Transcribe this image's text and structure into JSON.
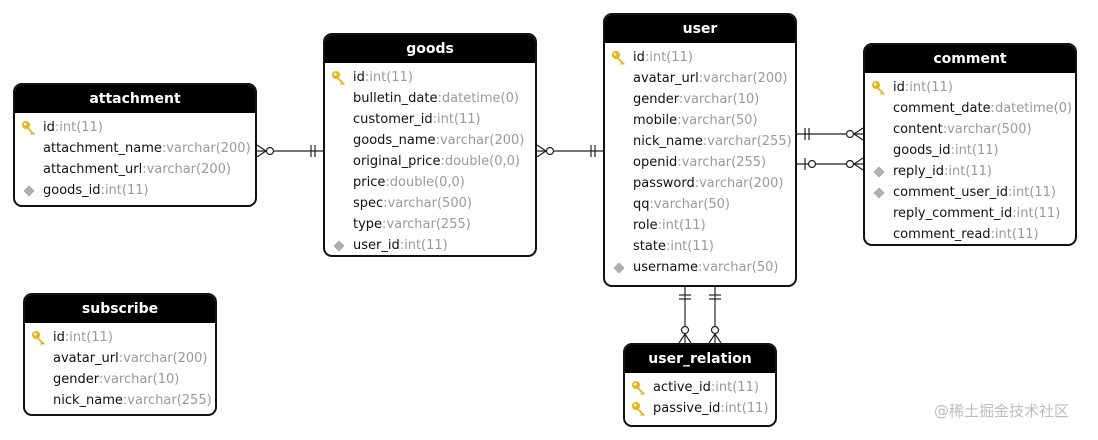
{
  "entities": [
    {
      "key": "attachment",
      "name": "attachment",
      "fields": [
        {
          "name": "id",
          "type": "int(11)",
          "icon": "key-icon"
        },
        {
          "name": "attachment_name",
          "type": "varchar(200)",
          "icon": ""
        },
        {
          "name": "attachment_url",
          "type": "varchar(200)",
          "icon": ""
        },
        {
          "name": "goods_id",
          "type": "int(11)",
          "icon": "foreign-key-diamond-icon"
        }
      ]
    },
    {
      "key": "goods",
      "name": "goods",
      "fields": [
        {
          "name": "id",
          "type": "int(11)",
          "icon": "key-icon"
        },
        {
          "name": "bulletin_date",
          "type": "datetime(0)",
          "icon": ""
        },
        {
          "name": "customer_id",
          "type": "int(11)",
          "icon": ""
        },
        {
          "name": "goods_name",
          "type": "varchar(200)",
          "icon": ""
        },
        {
          "name": "original_price",
          "type": "double(0,0)",
          "icon": ""
        },
        {
          "name": "price",
          "type": "double(0,0)",
          "icon": ""
        },
        {
          "name": "spec",
          "type": "varchar(500)",
          "icon": ""
        },
        {
          "name": "type",
          "type": "varchar(255)",
          "icon": ""
        },
        {
          "name": "user_id",
          "type": "int(11)",
          "icon": "foreign-key-diamond-icon"
        }
      ]
    },
    {
      "key": "user",
      "name": "user",
      "fields": [
        {
          "name": "id",
          "type": "int(11)",
          "icon": "key-icon"
        },
        {
          "name": "avatar_url",
          "type": "varchar(200)",
          "icon": ""
        },
        {
          "name": "gender",
          "type": "varchar(10)",
          "icon": ""
        },
        {
          "name": "mobile",
          "type": "varchar(50)",
          "icon": ""
        },
        {
          "name": "nick_name",
          "type": "varchar(255)",
          "icon": ""
        },
        {
          "name": "openid",
          "type": "varchar(255)",
          "icon": ""
        },
        {
          "name": "password",
          "type": "varchar(200)",
          "icon": ""
        },
        {
          "name": "qq",
          "type": "varchar(50)",
          "icon": ""
        },
        {
          "name": "role",
          "type": "int(11)",
          "icon": ""
        },
        {
          "name": "state",
          "type": "int(11)",
          "icon": ""
        },
        {
          "name": "username",
          "type": "varchar(50)",
          "icon": "foreign-key-diamond-icon"
        }
      ]
    },
    {
      "key": "comment",
      "name": "comment",
      "fields": [
        {
          "name": "id",
          "type": "int(11)",
          "icon": "key-icon"
        },
        {
          "name": "comment_date",
          "type": "datetime(0)",
          "icon": ""
        },
        {
          "name": "content",
          "type": "varchar(500)",
          "icon": ""
        },
        {
          "name": "goods_id",
          "type": "int(11)",
          "icon": ""
        },
        {
          "name": "reply_id",
          "type": "int(11)",
          "icon": "foreign-key-diamond-icon"
        },
        {
          "name": "comment_user_id",
          "type": "int(11)",
          "icon": "foreign-key-diamond-icon"
        },
        {
          "name": "reply_comment_id",
          "type": "int(11)",
          "icon": ""
        },
        {
          "name": "comment_read",
          "type": "int(11)",
          "icon": ""
        }
      ]
    },
    {
      "key": "subscribe",
      "name": "subscribe",
      "fields": [
        {
          "name": "id",
          "type": "int(11)",
          "icon": "key-icon"
        },
        {
          "name": "avatar_url",
          "type": "varchar(200)",
          "icon": ""
        },
        {
          "name": "gender",
          "type": "varchar(10)",
          "icon": ""
        },
        {
          "name": "nick_name",
          "type": "varchar(255)",
          "icon": ""
        }
      ]
    },
    {
      "key": "user_relation",
      "name": "user_relation",
      "fields": [
        {
          "name": "active_id",
          "type": "int(11)",
          "icon": "key-icon"
        },
        {
          "name": "passive_id",
          "type": "int(11)",
          "icon": "key-icon"
        }
      ]
    }
  ],
  "relations": [
    {
      "from": "goods",
      "from_end": "one",
      "to": "attachment",
      "to_end": "zero-or-many"
    },
    {
      "from": "user",
      "from_end": "one",
      "to": "goods",
      "to_end": "zero-or-many"
    },
    {
      "from": "user",
      "from_end": "one",
      "to": "comment",
      "to_end": "zero-or-many"
    },
    {
      "from": "user",
      "from_end": "zero-or-one",
      "to": "comment",
      "to_end": "zero-or-many"
    },
    {
      "from": "user",
      "from_end": "one",
      "to": "user_relation",
      "to_end": "zero-or-many"
    },
    {
      "from": "user",
      "from_end": "one",
      "to": "user_relation",
      "to_end": "zero-or-many"
    }
  ],
  "colors": {
    "header": "#000000",
    "key_icon": "#e6b619",
    "field_name": "#111111",
    "field_type": "#9a9a9a",
    "diamond": "#b0b0b0"
  },
  "watermark": "@稀土掘金技术社区"
}
